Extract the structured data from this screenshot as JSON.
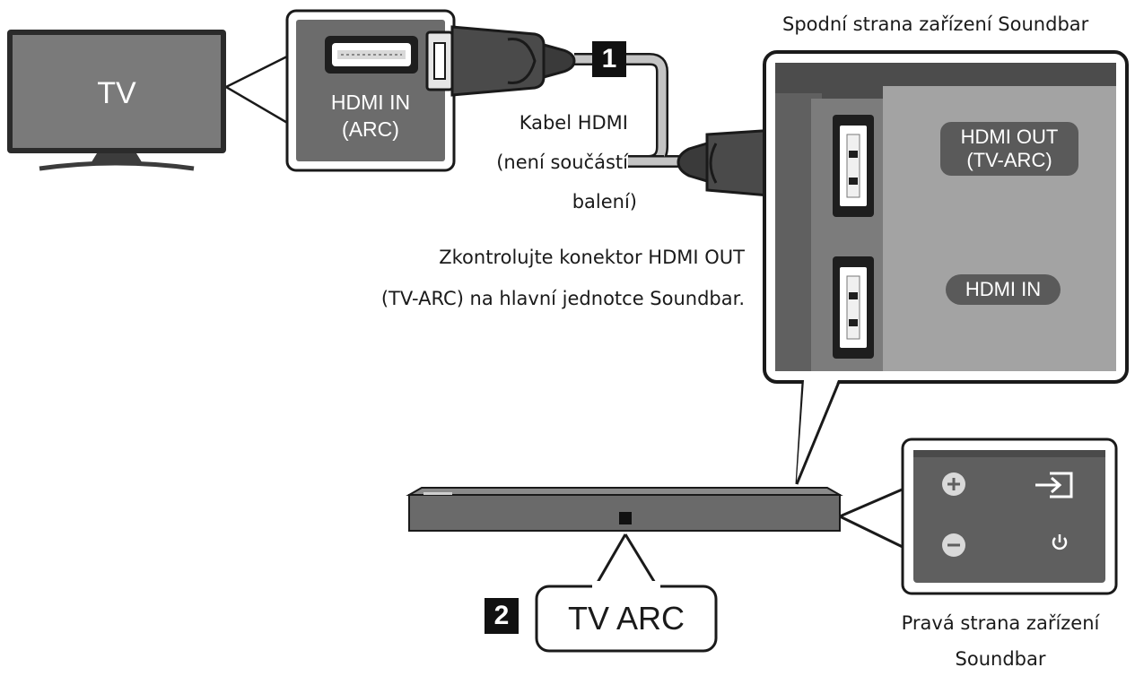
{
  "tv": {
    "label": "TV"
  },
  "tv_port": {
    "line1": "HDMI IN",
    "line2": "(ARC)"
  },
  "cable": {
    "step": "1",
    "line1": "Kabel HDMI",
    "line2": "(není součástí",
    "line3": "balení)"
  },
  "bottom_view": {
    "title": "Spodní strana zařízení Soundbar",
    "port_out_line1": "HDMI OUT",
    "port_out_line2": "(TV-ARC)",
    "port_in": "HDMI IN"
  },
  "instruction": {
    "line1": "Zkontrolujte konektor HDMI OUT",
    "line2": "(TV-ARC) na hlavní jednotce Soundbar."
  },
  "display": {
    "step": "2",
    "text": "TV ARC"
  },
  "right_side": {
    "line1": "Pravá strana zařízení",
    "line2": "Soundbar"
  },
  "colors": {
    "panel_dark": "#555555",
    "panel_mid": "#6f6f6f",
    "panel_light": "#9a9a9a",
    "cable": "#bdbdbd",
    "ink": "#1a1a1a"
  }
}
